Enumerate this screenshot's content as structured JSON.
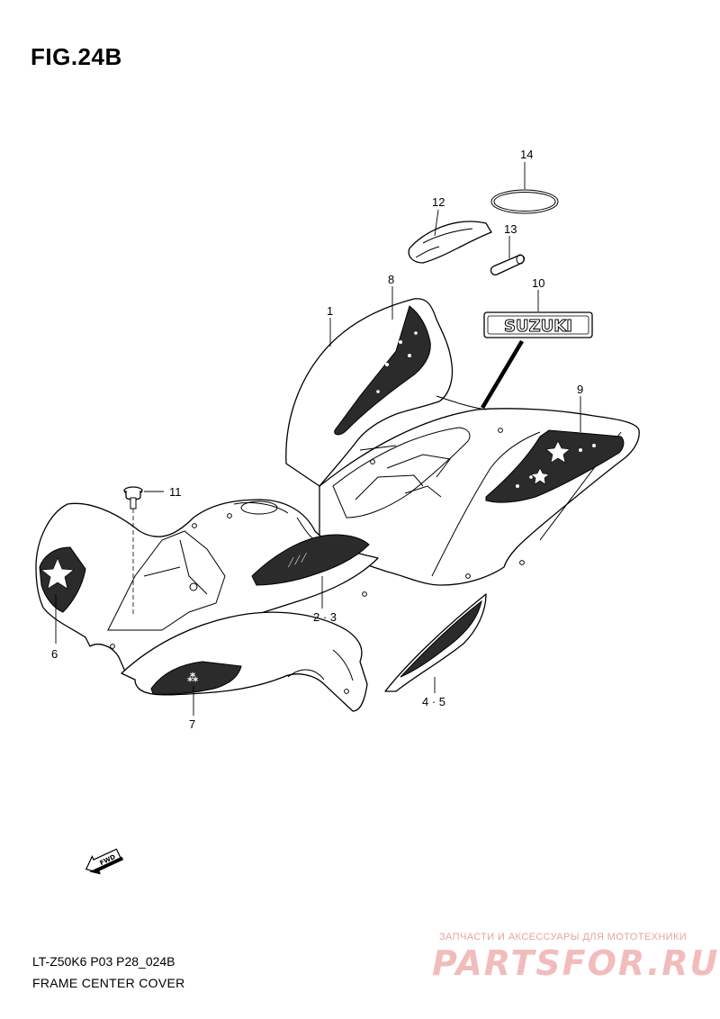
{
  "figure": {
    "title": "FIG.24B",
    "code": "LT-Z50K6 P03 P28_024B",
    "name": "FRAME CENTER COVER"
  },
  "callouts": {
    "c1": "1",
    "c2_3": "2 · 3",
    "c4_5": "4 · 5",
    "c6": "6",
    "c7": "7",
    "c8": "8",
    "c9": "9",
    "c10": "10",
    "c11": "11",
    "c12": "12",
    "c13": "13",
    "c14": "14"
  },
  "emblem": {
    "text": "SUZUKI"
  },
  "direction_marker": {
    "text": "FWD"
  },
  "watermark": {
    "tagline": "ЗАПЧАСТИ И АКСЕССУАРЫ ДЛЯ МОТОТЕХНИКИ",
    "logo": "PARTSFOR.RU"
  }
}
